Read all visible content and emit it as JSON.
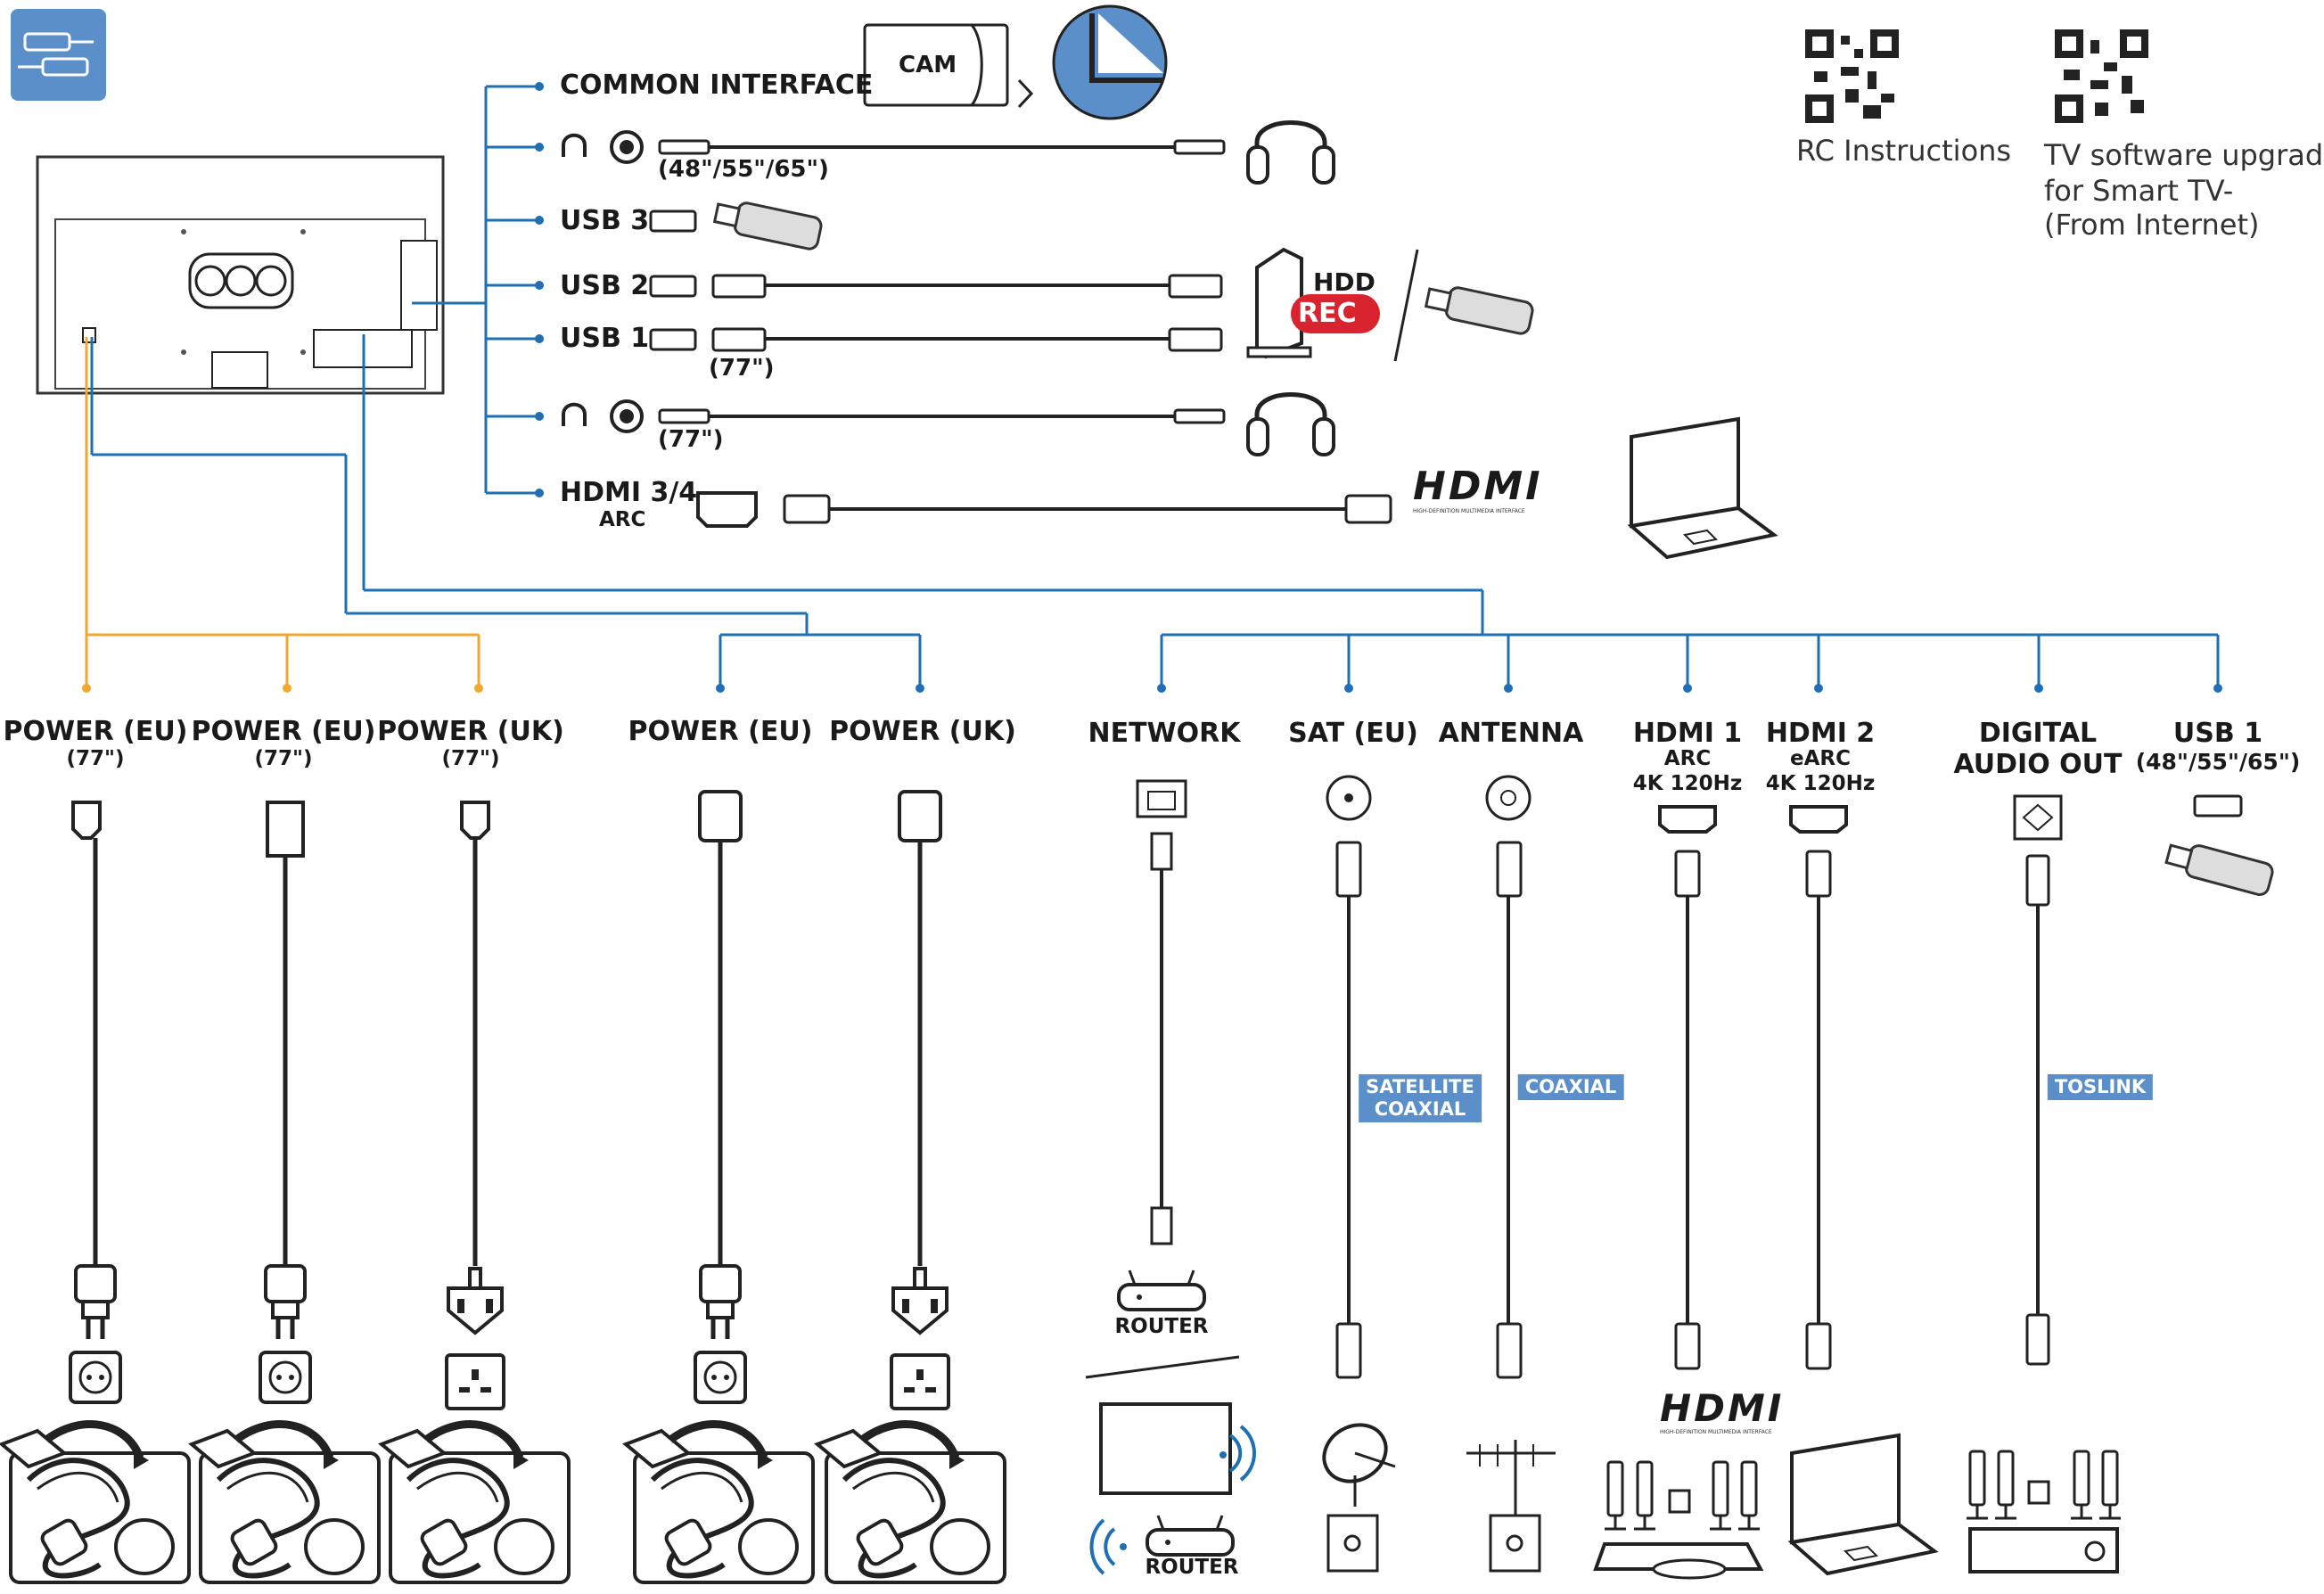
{
  "side_panel": {
    "common_interface": "COMMON INTERFACE",
    "cam": "CAM",
    "headphone_size_top": "(48\"/55\"/65\")",
    "usb3": "USB 3",
    "usb2": "USB 2",
    "usb1": "USB 1",
    "usb_size": "(77\")",
    "headphone_size_bottom": "(77\")",
    "hdmi34": "HDMI 3/4",
    "hdmi34_sub": "ARC",
    "hdd": "HDD",
    "rec": "REC"
  },
  "qr": {
    "rc_instructions": "RC Instructions",
    "software_line1": "TV software upgrade",
    "software_line2": "for Smart TV-",
    "software_line3": "(From Internet)"
  },
  "power": [
    {
      "label": "POWER (EU)",
      "size": "(77\")"
    },
    {
      "label": "POWER (EU)",
      "size": "(77\")"
    },
    {
      "label": "POWER (UK)",
      "size": "(77\")"
    },
    {
      "label": "POWER (EU)",
      "size": ""
    },
    {
      "label": "POWER (UK)",
      "size": ""
    }
  ],
  "bottom_ports": {
    "network": "NETWORK",
    "sat": "SAT (EU)",
    "antenna": "ANTENNA",
    "hdmi1": "HDMI 1",
    "hdmi1_sub1": "ARC",
    "hdmi1_sub2": "4K 120Hz",
    "hdmi2": "HDMI 2",
    "hdmi2_sub1": "eARC",
    "hdmi2_sub2": "4K 120Hz",
    "digital_audio_line1": "DIGITAL",
    "digital_audio_line2": "AUDIO OUT",
    "usb1": "USB 1",
    "usb1_size": "(48\"/55\"/65\")"
  },
  "cable_tags": {
    "satellite_line1": "SATELLITE",
    "satellite_line2": "COAXIAL",
    "coaxial": "COAXIAL",
    "toslink": "TOSLINK"
  },
  "devices": {
    "router_wired": "ROUTER",
    "router_wifi": "ROUTER"
  },
  "logos": {
    "hdmi_top": "HDMI",
    "hdmi_top_sub": "HIGH-DEFINITION MULTIMEDIA INTERFACE",
    "hdmi_bottom": "HDMI",
    "hdmi_bottom_sub": "HIGH-DEFINITION MULTIMEDIA INTERFACE"
  },
  "colors": {
    "accent_blue": "#1f6fb5",
    "power_orange": "#f0a830",
    "tag_blue": "#5b8fc9",
    "rec_red": "#d9232e",
    "icon_blue": "#5b8fc9"
  },
  "icons": [
    "connection-icon",
    "tv-back-icon",
    "cam-card-icon",
    "headphones-icon",
    "usb-stick-icon",
    "hdd-icon",
    "laptop-icon",
    "qr-code-icon",
    "power-plug-icon",
    "wall-socket-icon",
    "cable-box-icon",
    "router-icon",
    "satellite-dish-icon",
    "antenna-icon",
    "home-theater-icon",
    "wifi-icon"
  ]
}
